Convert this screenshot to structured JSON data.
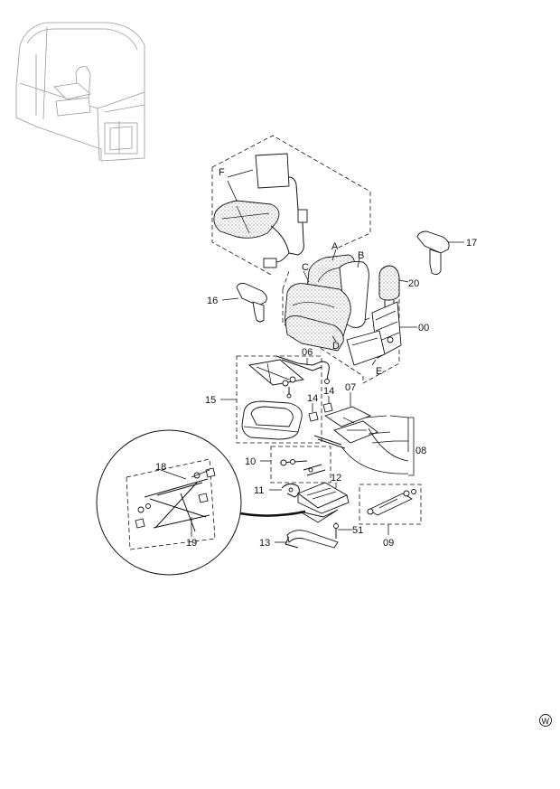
{
  "labels": {
    "F": "F",
    "A": "A",
    "B": "B",
    "C": "C",
    "D": "D",
    "E": "E",
    "n17": "17",
    "n20": "20",
    "n16": "16",
    "n00": "00",
    "n06": "06",
    "n15": "15",
    "n14a": "14",
    "n14b": "14",
    "n07": "07",
    "n08": "08",
    "n10": "10",
    "n18": "18",
    "n12": "12",
    "n11": "11",
    "n19": "19",
    "n51": "51",
    "n13": "13",
    "n09": "09"
  },
  "watermark": "W",
  "icons": {
    "cab-overview": "machine-cab-location-icon",
    "watermark": "circled-w-icon"
  }
}
